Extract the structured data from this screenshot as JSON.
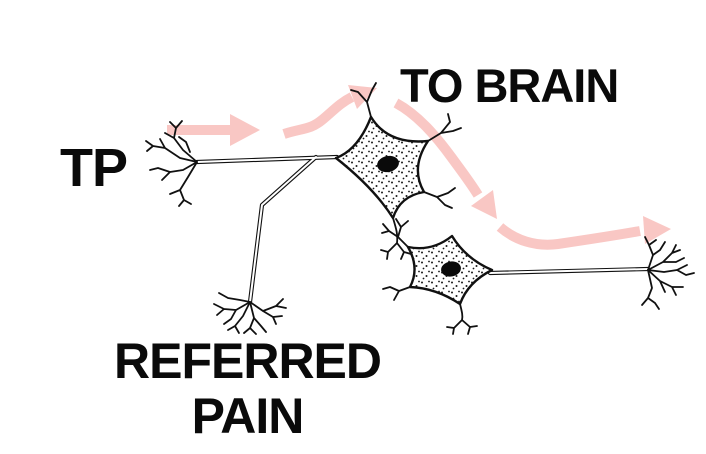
{
  "title": "Referred pain neural pathway diagram",
  "labels": {
    "trigger_point": "TP",
    "to_brain": "TO BRAIN",
    "referred_line1": "REFERRED",
    "referred_line2": "PAIN"
  },
  "colors": {
    "background": "#ffffff",
    "ink": "#111111",
    "arrow_pink": "#f9c7c4"
  },
  "diagram": {
    "elements": [
      {
        "name": "trigger-point-nerve-ending",
        "type": "nerve-ending-icon"
      },
      {
        "name": "first-neuron",
        "type": "neuron-cell-body-icon"
      },
      {
        "name": "second-neuron",
        "type": "neuron-cell-body-icon"
      },
      {
        "name": "referred-pain-nerve-ending",
        "type": "nerve-ending-icon"
      },
      {
        "name": "axon-terminal-right",
        "type": "nerve-ending-icon"
      },
      {
        "name": "signal-arrow-input",
        "type": "arrow-icon",
        "direction": "right"
      },
      {
        "name": "signal-arrow-to-brain",
        "type": "arrow-icon",
        "direction": "up-right"
      },
      {
        "name": "signal-arrow-descending",
        "type": "arrow-icon",
        "direction": "down-right"
      },
      {
        "name": "signal-arrow-output",
        "type": "arrow-icon",
        "direction": "right"
      }
    ]
  }
}
